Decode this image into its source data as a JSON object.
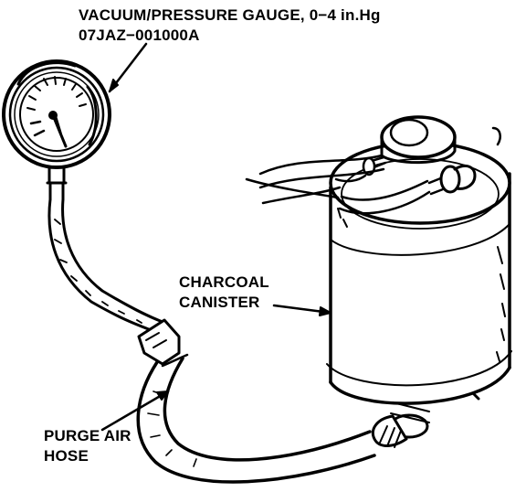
{
  "labels": {
    "gauge": {
      "line1": "VACUUM/PRESSURE GAUGE, 0−4 in.Hg",
      "line2": "07JAZ−001000A"
    },
    "canister": {
      "line1": "CHARCOAL",
      "line2": "CANISTER"
    },
    "hose": {
      "line1": "PURGE AIR",
      "line2": "HOSE"
    }
  },
  "colors": {
    "ink": "#000000",
    "paper": "#ffffff"
  }
}
